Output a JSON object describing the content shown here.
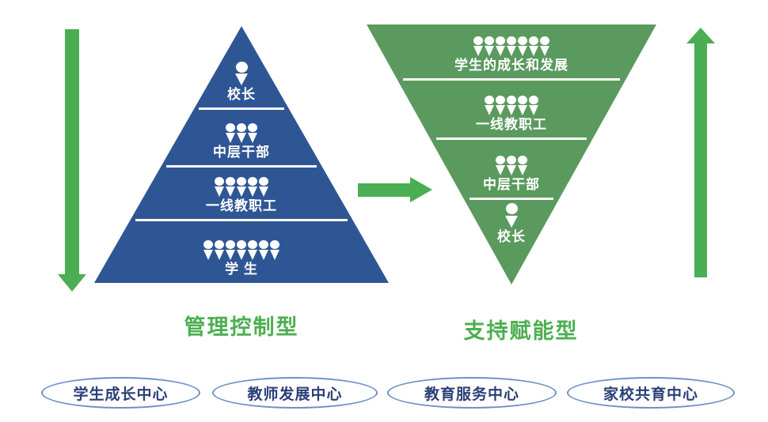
{
  "colors": {
    "pyramid_blue": "#2F5694",
    "pyramid_green": "#5A9A5E",
    "arrow_green": "#4BAE52",
    "title_green": "#4CAF50",
    "oval_border": "#6E8FC5",
    "oval_text": "#2B3F77"
  },
  "left_pyramid": {
    "title": "管理控制型",
    "levels": [
      {
        "label": "校长",
        "people": 1
      },
      {
        "label": "中层干部",
        "people": 3
      },
      {
        "label": "一线教职工",
        "people": 5
      },
      {
        "label": "学 生",
        "people": 7
      }
    ]
  },
  "right_pyramid": {
    "title": "支持赋能型",
    "levels": [
      {
        "label": "学生的成长和发展",
        "people": 7
      },
      {
        "label": "一线教职工",
        "people": 5
      },
      {
        "label": "中层干部",
        "people": 3
      },
      {
        "label": "校长",
        "people": 1
      }
    ]
  },
  "centers": [
    {
      "label": "学生成长中心"
    },
    {
      "label": "教师发展中心"
    },
    {
      "label": "教育服务中心"
    },
    {
      "label": "家校共育中心"
    }
  ]
}
